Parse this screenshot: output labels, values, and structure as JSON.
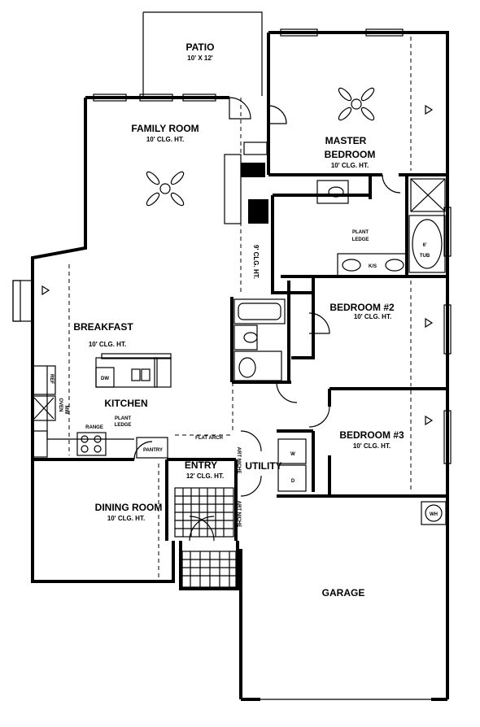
{
  "rooms": {
    "patio": {
      "name": "PATIO",
      "size": "10' X 12'"
    },
    "family_room": {
      "name": "FAMILY ROOM",
      "ceiling": "10' CLG. HT."
    },
    "master_bedroom": {
      "name1": "MASTER",
      "name2": "BEDROOM",
      "ceiling": "10' CLG. HT."
    },
    "hall_ceiling": "9' CLG. HT.",
    "plant_ledge_top": {
      "line1": "PLANT",
      "line2": "LEDGE"
    },
    "ks": "K/S",
    "tub": {
      "line1": "6'",
      "line2": "TUB"
    },
    "breakfast": {
      "name": "BREAKFAST",
      "ceiling": "10' CLG. HT."
    },
    "bedroom2": {
      "name": "BEDROOM #2",
      "ceiling": "10' CLG. HT."
    },
    "kitchen": {
      "name": "KITCHEN",
      "dw": "DW",
      "ref": "REF",
      "oven": "OVEN",
      "mw": "MW",
      "range": "RANGE",
      "plant1": "PLANT",
      "plant2": "LEDGE",
      "pantry": "PANTRY"
    },
    "flat_arch": "FLAT ARCH",
    "art_niche": "ART NICHE",
    "art_niche2": "ART NICHE",
    "bedroom3": {
      "name": "BEDROOM #3",
      "ceiling": "10' CLG. HT."
    },
    "entry": {
      "name": "ENTRY",
      "ceiling": "12' CLG. HT."
    },
    "utility": {
      "name": "UTILITY",
      "washer": "W",
      "dryer": "D"
    },
    "wh": "WH",
    "dining": {
      "name": "DINING ROOM",
      "ceiling": "10' CLG. HT."
    },
    "garage": {
      "name": "GARAGE"
    }
  }
}
